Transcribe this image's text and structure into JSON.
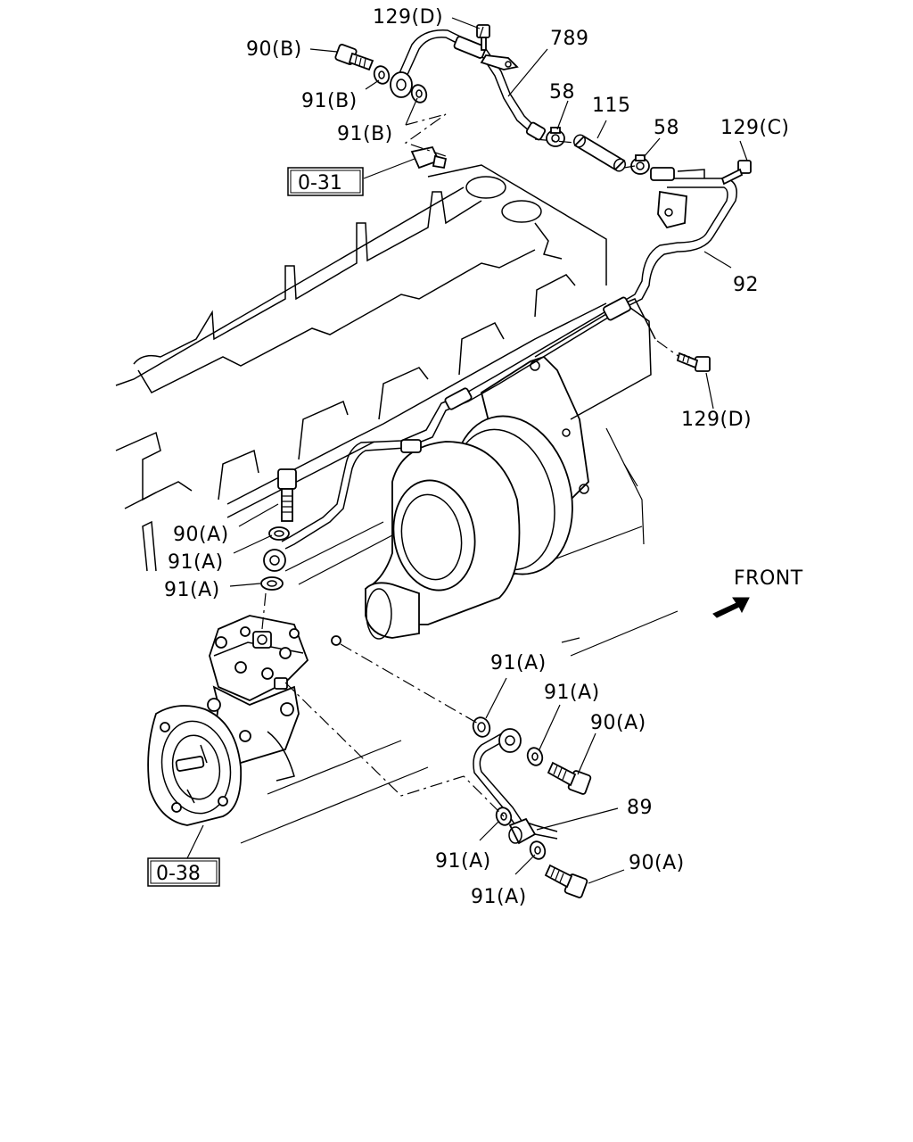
{
  "callouts": {
    "c129d_top": "129(D)",
    "c789": "789",
    "c90b": "90(B)",
    "c91b_1": "91(B)",
    "c91b_2": "91(B)",
    "c58_1": "58",
    "c115": "115",
    "c58_2": "58",
    "c129c": "129(C)",
    "c92": "92",
    "c129d_mid": "129(D)",
    "c90a_left": "90(A)",
    "c91a_left1": "91(A)",
    "c91a_left2": "91(A)",
    "c91a_mid1": "91(A)",
    "c91a_mid2": "91(A)",
    "c90a_right1": "90(A)",
    "c89": "89",
    "c91a_bot1": "91(A)",
    "c91a_bot2": "91(A)",
    "c90a_right2": "90(A)"
  },
  "references": {
    "ref031": "0-31",
    "ref038": "0-38"
  },
  "direction": {
    "front": "FRONT"
  }
}
